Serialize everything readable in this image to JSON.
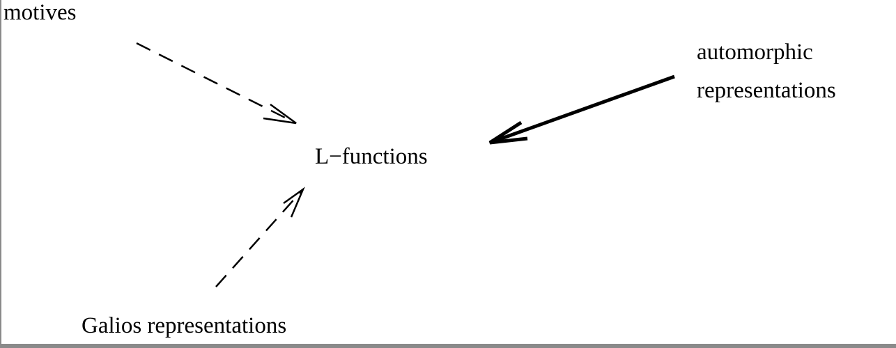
{
  "labels": {
    "motives": "motives",
    "l_functions": "L−functions",
    "automorphic_line1": "automorphic",
    "automorphic_line2": "representations",
    "galois": "Galios representations"
  },
  "arrows": [
    {
      "from": "motives",
      "to": "l_functions",
      "style": "dashed"
    },
    {
      "from": "galois",
      "to": "l_functions",
      "style": "dashed"
    },
    {
      "from": "automorphic",
      "to": "l_functions",
      "style": "solid"
    }
  ]
}
